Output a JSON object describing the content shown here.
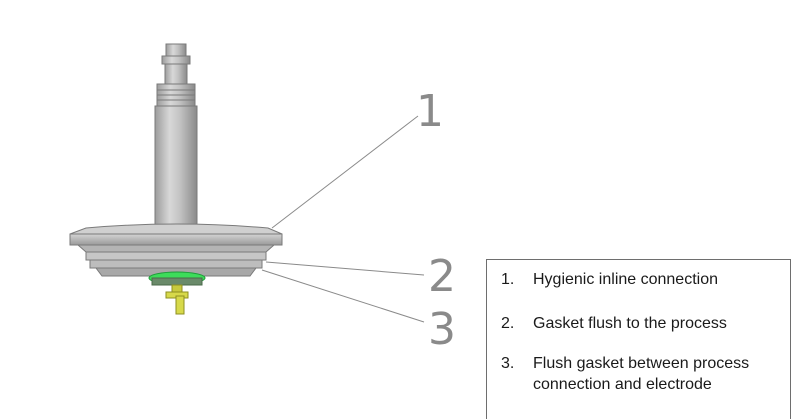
{
  "callouts": {
    "one": "1",
    "two": "2",
    "three": "3"
  },
  "legend": {
    "items": [
      {
        "number": "1.",
        "text": "Hygienic inline connection"
      },
      {
        "number": "2.",
        "text": "Gasket flush to the process"
      },
      {
        "number": "3.",
        "text": "Flush gasket between process connection and electrode"
      }
    ]
  },
  "colors": {
    "metal": "#c4c4c4",
    "metal_dark": "#8e8e8e",
    "gasket": "#3ddc5a",
    "electrode": "#d7d94a",
    "leader": "#8a8a8a"
  }
}
